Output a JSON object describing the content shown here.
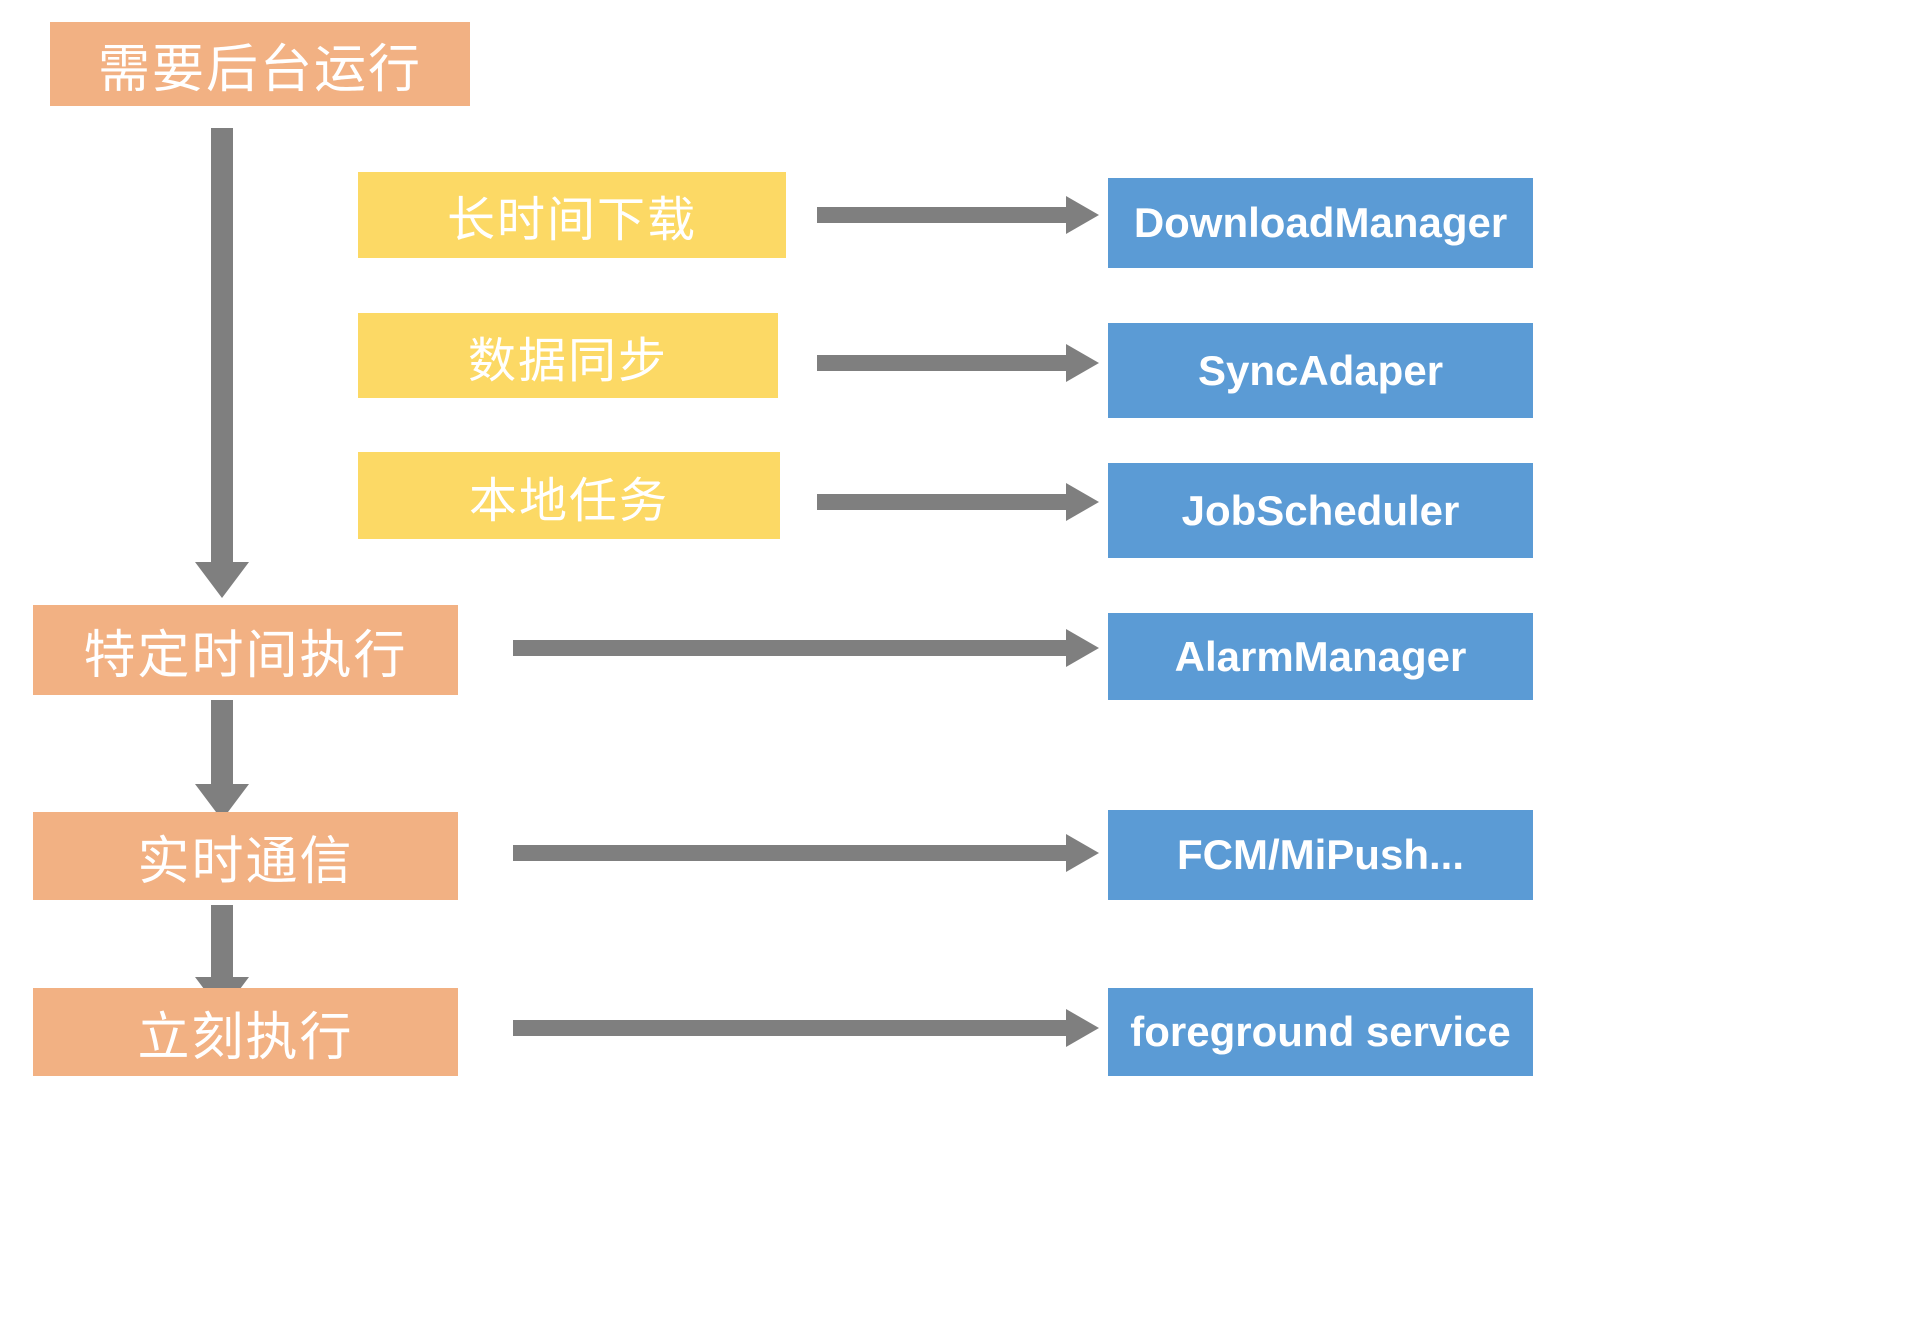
{
  "diagram": {
    "title_box": {
      "label": "需要后台运行"
    },
    "scenario_boxes": [
      {
        "label": "长时间下载"
      },
      {
        "label": "数据同步"
      },
      {
        "label": "本地任务"
      }
    ],
    "condition_boxes": [
      {
        "label": "特定时间执行"
      },
      {
        "label": "实时通信"
      },
      {
        "label": "立刻执行"
      }
    ],
    "api_boxes": [
      {
        "label": "DownloadManager"
      },
      {
        "label": "SyncAdaper"
      },
      {
        "label": "JobScheduler"
      },
      {
        "label": "AlarmManager"
      },
      {
        "label": "FCM/MiPush..."
      },
      {
        "label": "foreground service"
      }
    ],
    "colors": {
      "orange": "#F2B183",
      "yellow": "#FCD965",
      "blue": "#5B9BD5",
      "arrow": "#7F7F7F",
      "text": "#FFFFFF",
      "background": "#FFFFFF"
    }
  }
}
